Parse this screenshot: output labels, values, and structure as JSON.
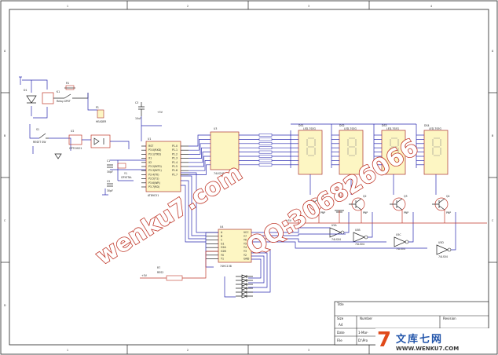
{
  "frame": {
    "col_markers": [
      "1",
      "2",
      "3",
      "4"
    ],
    "row_markers": [
      "A",
      "B",
      "C",
      "D"
    ]
  },
  "parts": {
    "relay": {
      "ref": "K1",
      "value": "Relay-SPST"
    },
    "diode": {
      "ref": "D1"
    },
    "resistor_r1": {
      "ref": "R1"
    },
    "reset_header": {
      "ref": "P1",
      "value": "HEADER"
    },
    "button": {
      "ref": "S1",
      "value": "RESET SW"
    },
    "optocoupler": {
      "ref": "U2",
      "value": "OPTOISO1"
    },
    "mcu": {
      "ref": "U1",
      "value": "AT89C51",
      "left_pins": [
        "RST",
        "P3.0(RXD)",
        "P3.1(TXD)",
        "X1",
        "X2",
        "P3.2(INT0)",
        "P3.3(INT1)",
        "P3.4(T0)",
        "P3.5(T1)",
        "P3.6(WR)",
        "P3.7(RD)"
      ],
      "right_pins": [
        "P1.0",
        "P1.1",
        "P1.2",
        "P1.3",
        "P1.4",
        "P1.5",
        "P1.6",
        "P1.7"
      ]
    },
    "crystal": {
      "ref": "Y1",
      "value": "CRYSTAL"
    },
    "cap1": {
      "ref": "C1",
      "value": "30pF"
    },
    "cap2": {
      "ref": "C2",
      "value": "30pF"
    },
    "cap3": {
      "ref": "C3",
      "value": "10uF"
    },
    "driver": {
      "ref": "U3",
      "value": "74LS245"
    },
    "displays": [
      {
        "ref": "DS1",
        "value": "LED-7SEG"
      },
      {
        "ref": "DS2",
        "value": "LED-7SEG"
      },
      {
        "ref": "DS3",
        "value": "LED-7SEG"
      },
      {
        "ref": "DS4",
        "value": "LED-7SEG"
      }
    ],
    "transistors": [
      {
        "ref": "Q1",
        "value": "PNP"
      },
      {
        "ref": "Q2",
        "value": "PNP"
      },
      {
        "ref": "Q3",
        "value": "PNP"
      },
      {
        "ref": "Q4",
        "value": "PNP"
      }
    ],
    "decoder": {
      "ref": "U4",
      "value": "74HC138",
      "left_pins": [
        "A",
        "B",
        "C",
        "G1",
        "G2A",
        "G2B",
        "Y0",
        "Y1"
      ],
      "right_pins": [
        "VCC",
        "Y7",
        "Y6",
        "Y5",
        "Y4",
        "Y3",
        "Y2",
        "GND"
      ]
    },
    "inverters": [
      {
        "ref": "U5A",
        "value": "74LS04"
      },
      {
        "ref": "U5B",
        "value": "74LS04"
      },
      {
        "ref": "U5C",
        "value": "74LS04"
      },
      {
        "ref": "U5D",
        "value": "74LS04"
      }
    ],
    "input_resistor": {
      "ref": "R7",
      "value": "RES2"
    },
    "vcc_label": "+5V"
  },
  "title_block": {
    "title_label": "Title",
    "size_label": "Size",
    "size_value": "A4",
    "number_label": "Number",
    "revision_label": "Revision",
    "date_label": "Date",
    "date_value": "1-Mar-",
    "file_label": "File",
    "file_value": "D:\\Pro"
  },
  "watermarks": {
    "site": "wenku7.com",
    "qq": "QQ:306826066"
  },
  "logo": {
    "glyph": "7",
    "name_cn": "文库七网",
    "url": "WWW.WENKU7.COM"
  },
  "colors": {
    "wire": "#2b2bb0",
    "part_outline": "#c0392b",
    "chip_fill": "#fdf6c3",
    "watermark": "#c0392b"
  }
}
